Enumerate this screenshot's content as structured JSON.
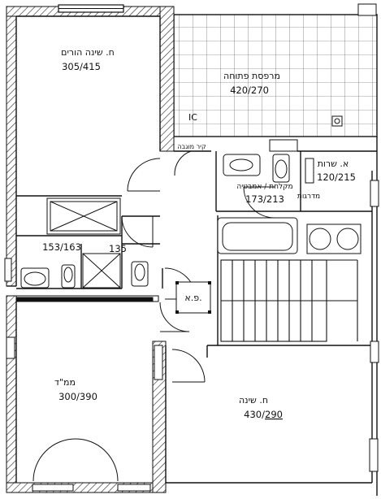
{
  "rooms": [
    {
      "id": "parents",
      "name": "ח. שינה הורים",
      "dims": "305/415"
    },
    {
      "id": "terrace",
      "name": "מרפסת פתוחה",
      "dims": "420/270"
    },
    {
      "id": "laundry",
      "name": "א. שרות",
      "dims": "120/215"
    },
    {
      "id": "bath",
      "name": "מקלחת / אמבטיה",
      "dims": "173/213"
    },
    {
      "id": "stairs",
      "name": "מדרגות",
      "dims": ""
    },
    {
      "id": "parents_bath",
      "name": "",
      "dims": "153/163"
    },
    {
      "id": "shower",
      "name": "",
      "dims": "135"
    },
    {
      "id": "safe_room",
      "name": "ממ\"ד",
      "dims": "300/390"
    },
    {
      "id": "bedroom",
      "name": "ח. שינה",
      "dims": "430/",
      "dims_underlined": "290"
    }
  ],
  "annotations": {
    "shaft_label": "פ.א.",
    "roof_note": "קיר מוגבה"
  }
}
